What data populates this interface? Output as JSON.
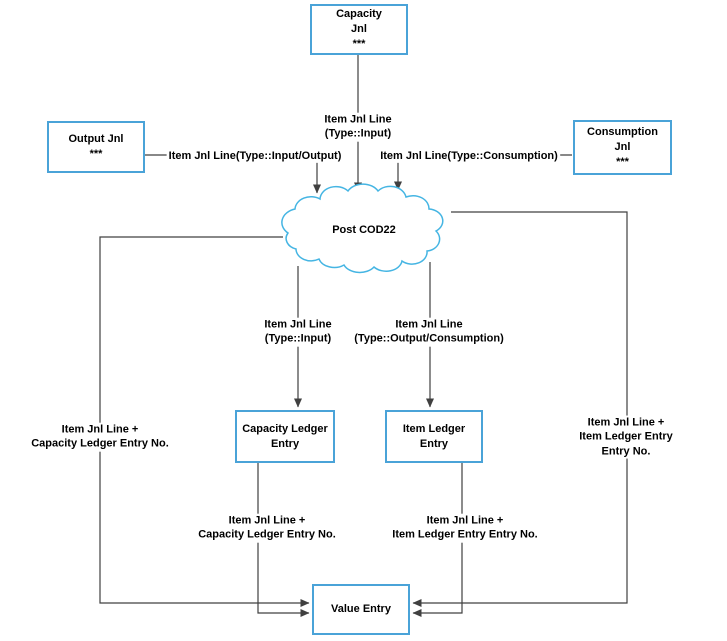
{
  "diagram": {
    "nodes": {
      "capacity_jnl": {
        "label": "Capacity\nJnl\n***"
      },
      "output_jnl": {
        "label": "Output Jnl\n***"
      },
      "consumption_jnl": {
        "label": "Consumption\nJnl\n***"
      },
      "post_cod22": {
        "label": "Post COD22"
      },
      "capacity_ledger_entry": {
        "label": "Capacity Ledger\nEntry"
      },
      "item_ledger_entry": {
        "label": "Item Ledger\nEntry"
      },
      "value_entry": {
        "label": "Value Entry"
      }
    },
    "edge_labels": {
      "capacity_to_cloud": "Item Jnl Line\n(Type::Input)",
      "output_to_cloud": "Item Jnl Line(Type::Input/Output)",
      "consumption_to_cloud": "Item Jnl Line(Type::Consumption)",
      "cloud_to_capacity_ledger": "Item Jnl Line\n(Type::Input)",
      "cloud_to_item_ledger": "Item Jnl Line\n(Type::Output/Consumption)",
      "left_long_path": "Item Jnl Line +\nCapacity Ledger Entry No.",
      "right_long_path": "Item Jnl Line +\nItem Ledger Entry Entry No.",
      "capacity_ledger_to_value": "Item Jnl Line +\nCapacity Ledger Entry No.",
      "item_ledger_to_value": "Item Jnl Line +\nItem Ledger Entry Entry No."
    },
    "colors": {
      "node_border": "#4aa3d8",
      "cloud_border": "#45b5e3",
      "connector": "#404040"
    }
  }
}
